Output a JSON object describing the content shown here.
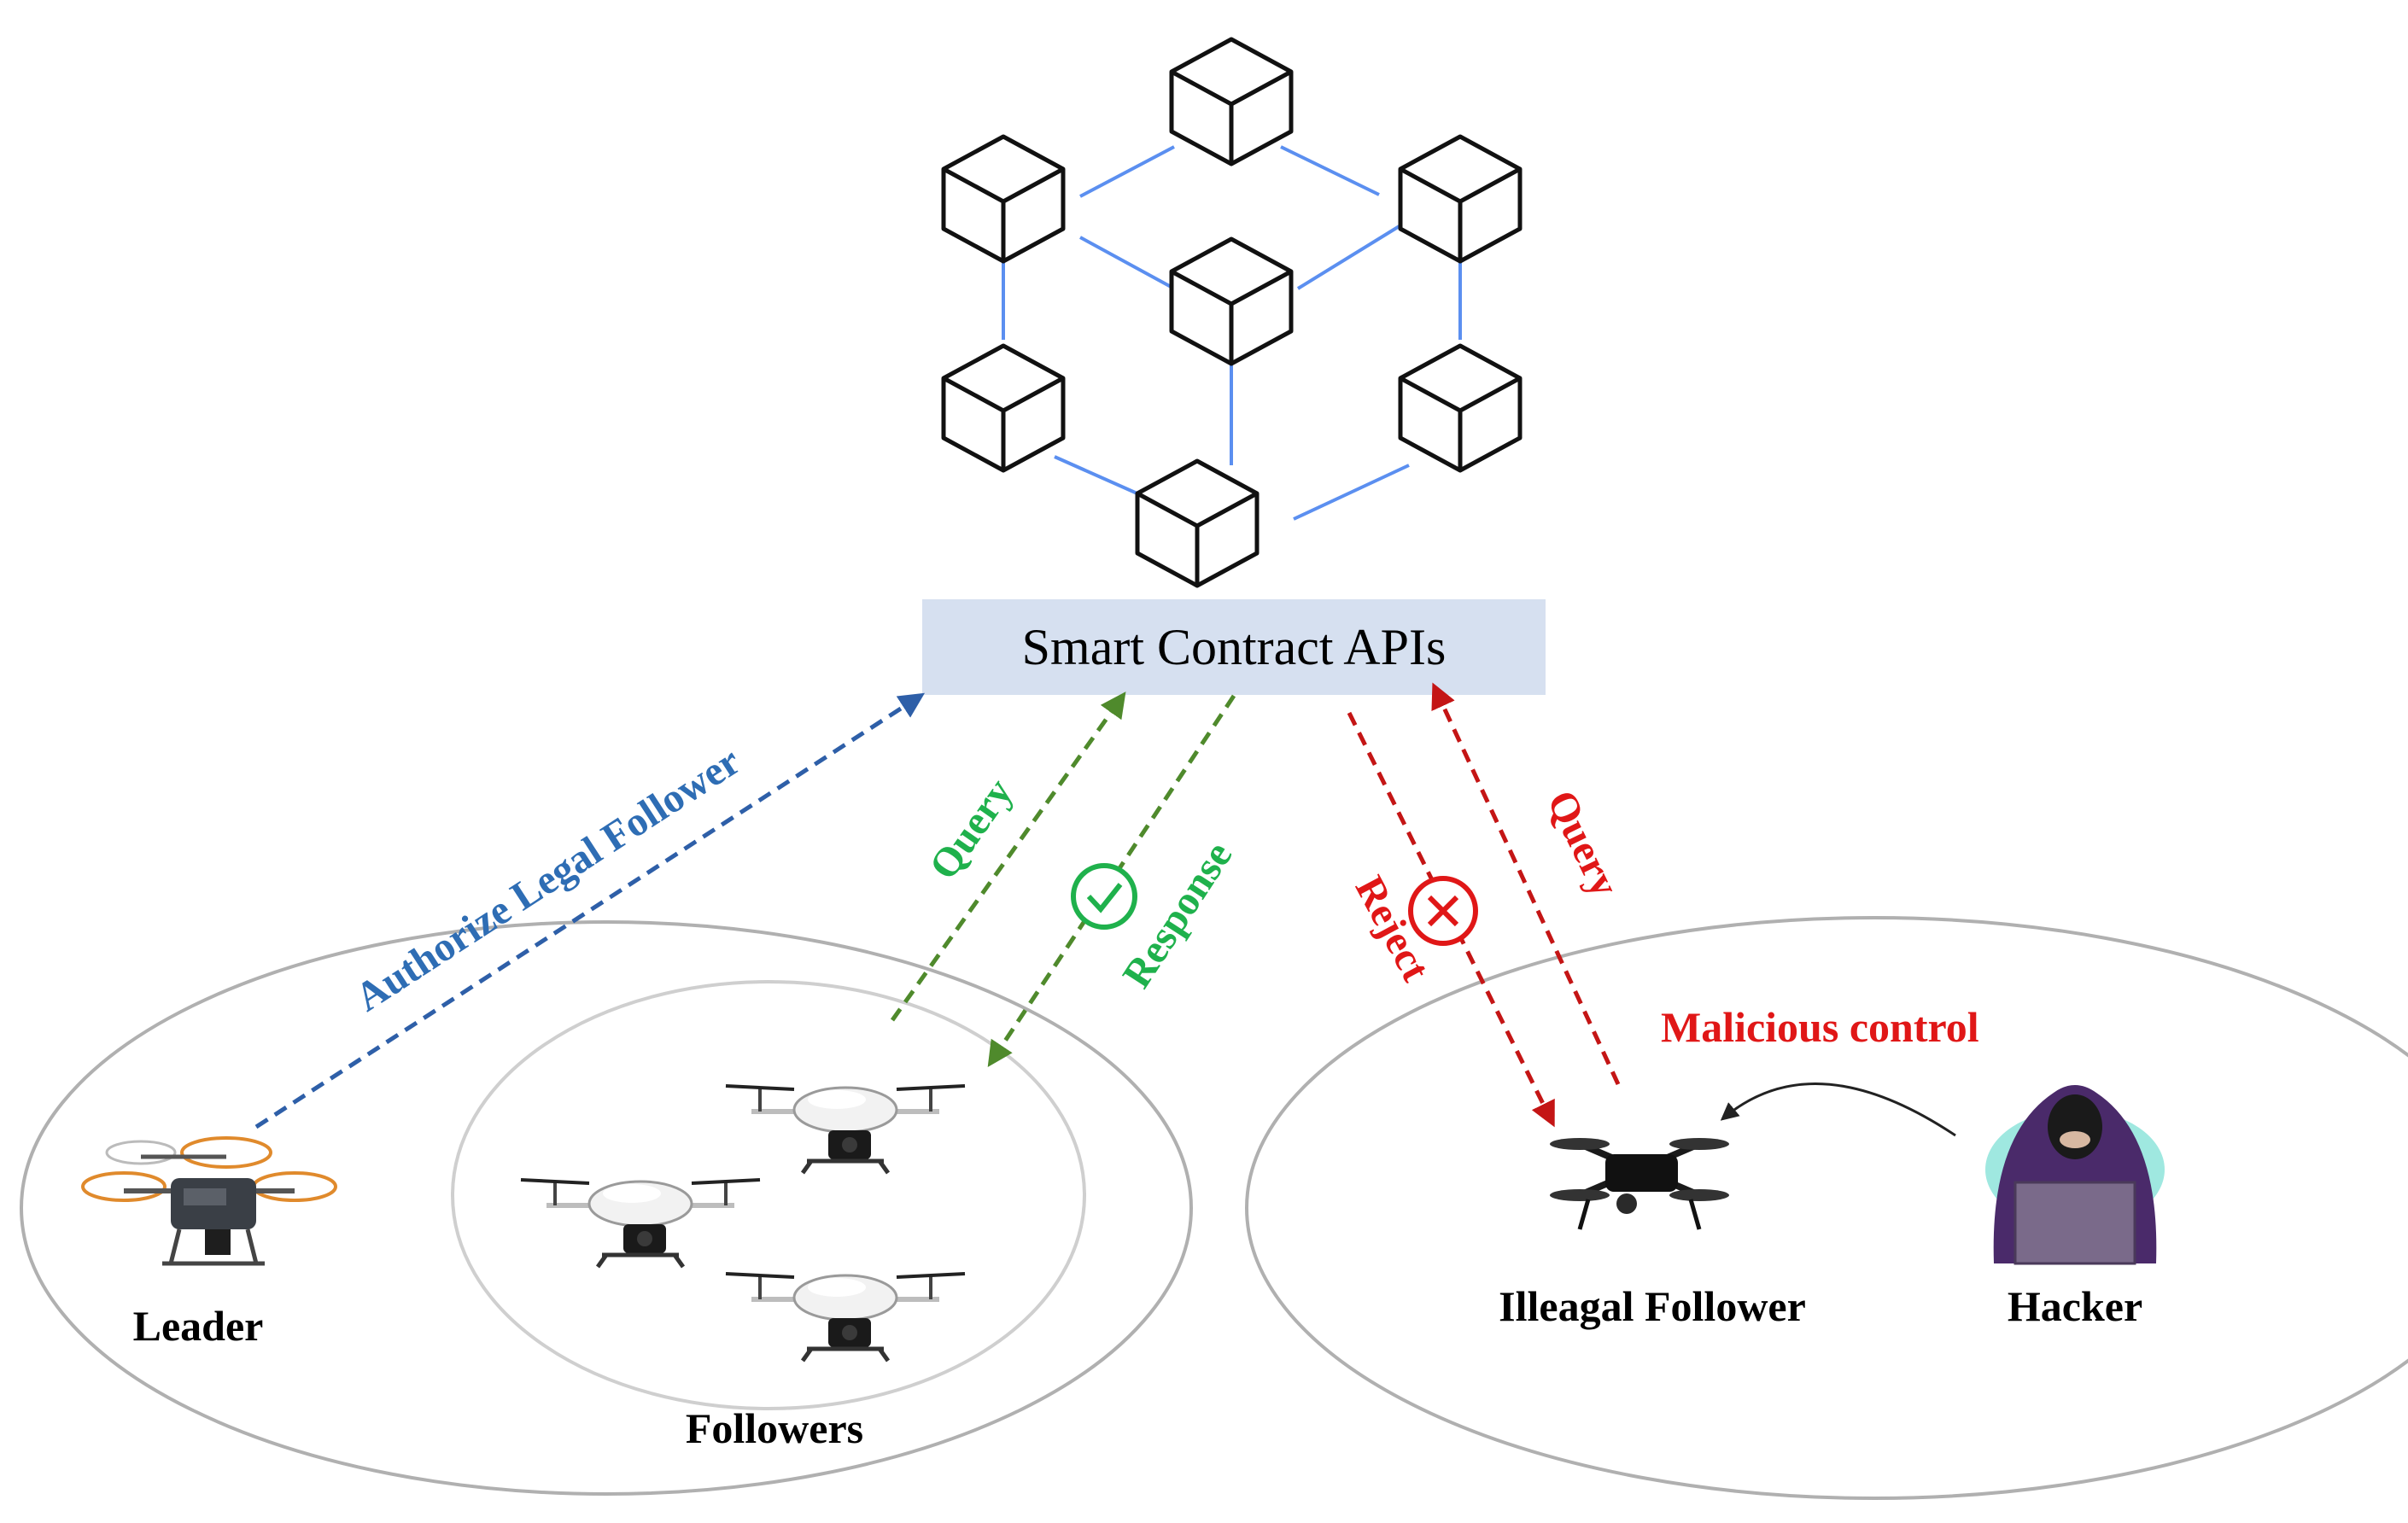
{
  "api_box": {
    "label": "Smart Contract APIs"
  },
  "labels": {
    "authorize": "Authorize Legal Follower",
    "query_green": "Query",
    "response_green": "Response",
    "reject_red": "Reject",
    "query_red": "Query",
    "malicious": "Malicious control",
    "leader": "Leader",
    "followers": "Followers",
    "illegal_follower": "Illeagal Follower",
    "hacker": "Hacker"
  },
  "colors": {
    "blue_link": "#5b8ff0",
    "authorize": "#2e6db4",
    "green": "#1fb14c",
    "green_arrow": "#4f8a2c",
    "red": "#e01717",
    "red_arrow": "#c41515",
    "api_box": "#d6e0f0",
    "ellipse": "#b0b0b0"
  },
  "icons": {
    "blocks": "blockchain-cube-icon",
    "leader": "quadcopter-leader-icon",
    "follower": "white-drone-icon",
    "illegal": "black-drone-icon",
    "hacker": "hooded-hacker-icon",
    "check": "check-circle-icon",
    "reject": "x-circle-icon"
  }
}
